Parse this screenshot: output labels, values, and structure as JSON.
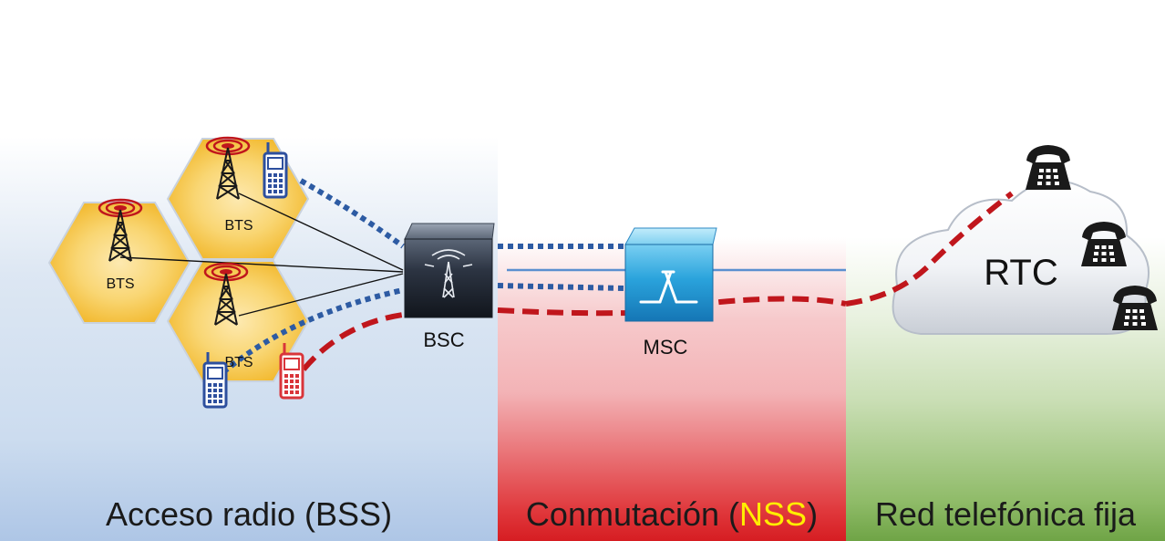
{
  "zones": {
    "bss": {
      "prefix": "Acceso radio (BSS)"
    },
    "nss": {
      "prefix": "Conmutación (",
      "highlight": "NSS",
      "suffix": ")"
    },
    "pstn": {
      "label": "Red telefónica fija"
    }
  },
  "nodes": {
    "bts_left": "BTS",
    "bts_top": "BTS",
    "bts_bottom": "BTS",
    "bsc": "BSC",
    "msc": "MSC",
    "rtc": "RTC"
  },
  "colors": {
    "bss_zone": "#ccdcef",
    "nss_zone": "#e0383c",
    "pstn_zone": "#8fbb68",
    "radio_link": "#2d5ba3",
    "active_call": "#c0161c",
    "highlight_text": "#ffee00",
    "cell": "#f7c94a",
    "tower_ring": "#c0161c"
  },
  "icons": [
    "antenna-tower-icon",
    "mobile-phone-icon",
    "telephone-icon",
    "router-icon",
    "switch-icon",
    "cloud-icon"
  ]
}
